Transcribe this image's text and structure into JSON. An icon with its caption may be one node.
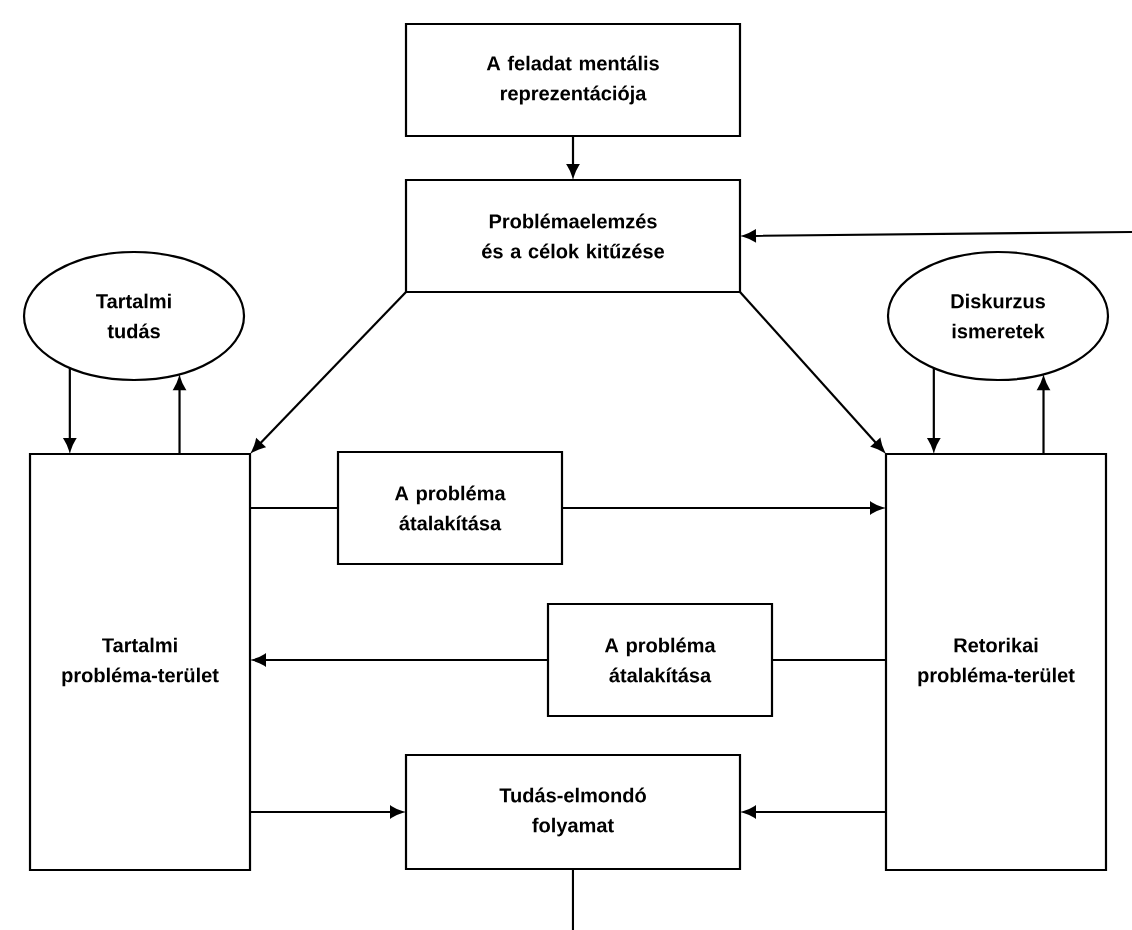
{
  "diagram": {
    "nodes": [
      {
        "text": [
          "A feladat mentális reprezentációja"
        ]
      },
      {
        "text": [
          "Problémaelemzés és a célok kitűzése"
        ]
      },
      {
        "text": [
          "Tartalmi tudás"
        ]
      },
      {
        "text": [
          "Diskurzus ismeretek"
        ]
      },
      {
        "text": [
          "Tartalmi probléma-terület"
        ]
      },
      {
        "text": [
          "A probléma átalakítása"
        ]
      },
      {
        "text": [
          "Retorikai probléma-terület"
        ]
      },
      {
        "text": [
          "A probléma átalakítása"
        ]
      },
      {
        "text": [
          "Tudás-elmondó folyamat"
        ]
      }
    ],
    "edges": [
      {
        "from": 0,
        "to": 1,
        "arrow": "to"
      },
      {
        "from": null,
        "to": 1,
        "arrow": "to"
      },
      {
        "from": 1,
        "to": 4,
        "arrow": "to"
      },
      {
        "from": 1,
        "to": 6,
        "arrow": "to"
      },
      {
        "from": 2,
        "to": 4,
        "arrow": "to"
      },
      {
        "from": 4,
        "to": 2,
        "arrow": "to"
      },
      {
        "from": 3,
        "to": 6,
        "arrow": "to"
      },
      {
        "from": 6,
        "to": 3,
        "arrow": "to"
      },
      {
        "from": 4,
        "to": 5,
        "arrow": "none"
      },
      {
        "from": 5,
        "to": 6,
        "arrow": "to"
      },
      {
        "from": 6,
        "to": 7,
        "arrow": "none"
      },
      {
        "from": 7,
        "to": 4,
        "arrow": "to"
      },
      {
        "from": 4,
        "to": 8,
        "arrow": "to"
      },
      {
        "from": 6,
        "to": 8,
        "arrow": "to"
      },
      {
        "from": 8,
        "to": null,
        "arrow": "none"
      }
    ]
  }
}
